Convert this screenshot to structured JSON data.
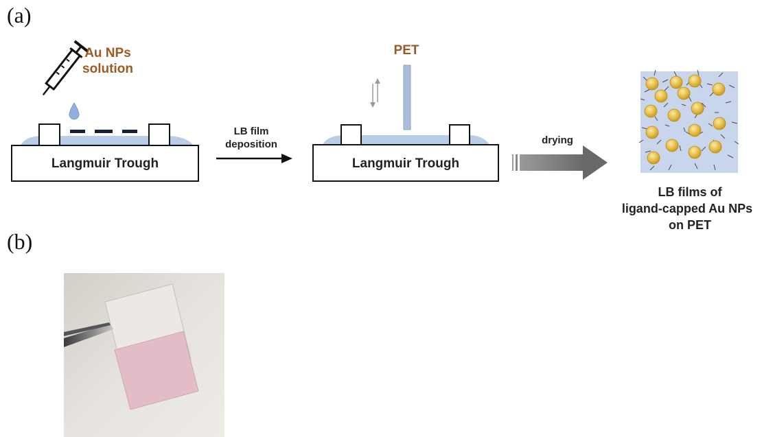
{
  "panels": {
    "a": "(a)",
    "b": "(b)"
  },
  "step1": {
    "solution_line1": "Au NPs",
    "solution_line2": "solution",
    "trough_label": "Langmuir Trough"
  },
  "arrow1": {
    "line1": "LB film",
    "line2": "deposition"
  },
  "step2": {
    "substrate_label": "PET",
    "trough_label": "Langmuir Trough"
  },
  "arrow2": {
    "label": "drying"
  },
  "result": {
    "line1": "LB films of",
    "line2": "ligand-capped Au NPs",
    "line3": "on PET"
  },
  "colors": {
    "label_brown": "#9a5a22",
    "water_blue": "#b9cde9",
    "substrate_blue": "#a9bedc",
    "gold": "#e6be45",
    "film_bg": "#c9d5ea",
    "pink_film": "#e2bcc7"
  }
}
